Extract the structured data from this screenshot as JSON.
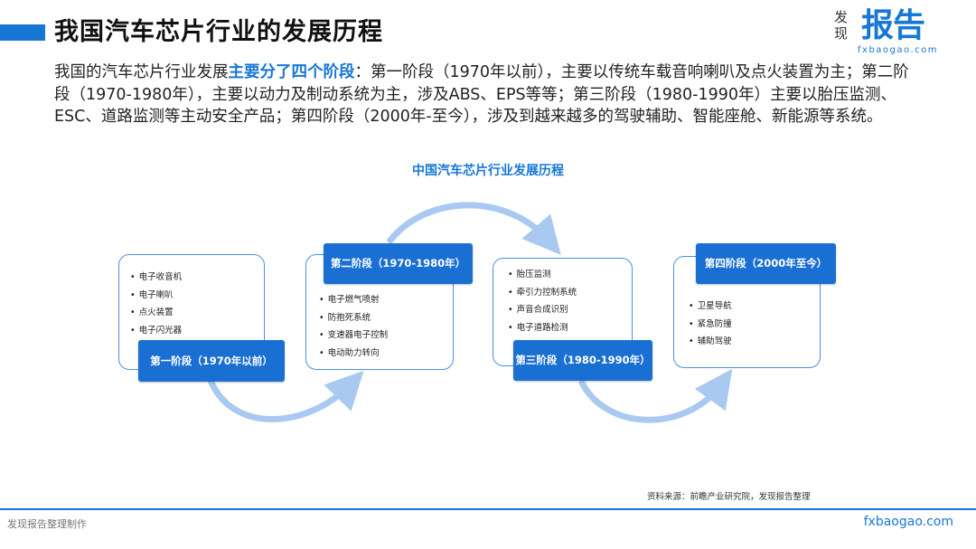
{
  "header": {
    "title": "我国汽车芯片行业的发展历程",
    "logo_small": "发现",
    "logo_big": "报告",
    "logo_url": "fxbaogao.com"
  },
  "intro": {
    "prefix": "我国的汽车芯片行业发展",
    "highlight": "主要分了四个阶段",
    "body": "：第一阶段（1970年以前），主要以传统车载音响喇叭及点火装置为主；第二阶段（1970-1980年），主要以动力及制动系统为主，涉及ABS、EPS等等；第三阶段（1980-1990年）主要以胎压监测、ESC、道路监测等主动安全产品；第四阶段（2000年-至今），涉及到越来越多的驾驶辅助、智能座舱、新能源等系统。"
  },
  "diagram": {
    "title": "中国汽车芯片行业发展历程",
    "stages": [
      {
        "label": "第一阶段（1970年以前）",
        "items": [
          "电子收音机",
          "电子喇叭",
          "点火装置",
          "电子闪光器"
        ]
      },
      {
        "label": "第二阶段（1970-1980年）",
        "items": [
          "电子燃气喷射",
          "防抱死系统",
          "变速器电子控制",
          "电动助力转向"
        ]
      },
      {
        "label": "第三阶段（1980-1990年）",
        "items": [
          "胎压监测",
          "牵引力控制系统",
          "声音合成识别",
          "电子道路检测"
        ]
      },
      {
        "label": "第四阶段（2000年至今）",
        "items": [
          "卫星导航",
          "紧急防撞",
          "辅助驾驶"
        ]
      }
    ]
  },
  "source": "资料来源：前瞻产业研究院，发现报告整理",
  "footer": {
    "left": "发现报告整理制作",
    "right": "fxbaogao.com"
  },
  "colors": {
    "accent": "#1677d6",
    "label_bg": "#1a6fd3",
    "arrow": "#a9c9f0"
  }
}
